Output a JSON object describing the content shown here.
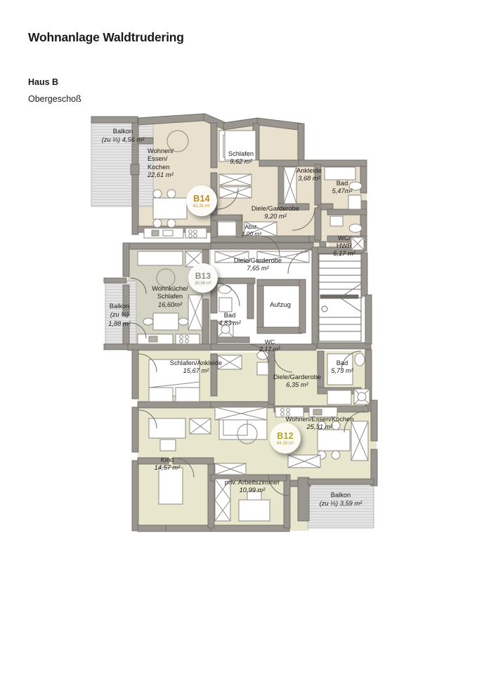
{
  "document": {
    "title": "Wohnanlage Waldtrudering",
    "building": "Haus B",
    "floor": "Obergeschoß"
  },
  "colors": {
    "unit_b14_fill": "#eae0ce",
    "unit_b13_fill": "#d5d3c4",
    "unit_b12_fill": "#e8e7cd",
    "balcony_fill": "#e3e3e3",
    "wall": "#9a968f",
    "wall_dark": "#6f6c66",
    "badge_b14": "#c9a227",
    "badge_b13": "#8a8a7a",
    "badge_b12": "#b8a82a",
    "furniture_line": "#8d8a82",
    "core_white": "#ffffff"
  },
  "units": [
    {
      "id": "B14",
      "area": "61,31 m²",
      "color": "#b68b2e"
    },
    {
      "id": "B13",
      "area": "30,96 m²",
      "color": "#8f8f80"
    },
    {
      "id": "B12",
      "area": "84,38 m²",
      "color": "#b0a42c"
    }
  ],
  "rooms": [
    {
      "key": "wohnen_essen_kochen_b14",
      "name": "Wohnen/\nEssen/\nKochen",
      "name_lines": [
        "Wohnen/",
        "Essen/",
        "Kochen"
      ],
      "area": "22,61 m²",
      "unit": "B14"
    },
    {
      "key": "schlafen_b14",
      "name": "Schlafen",
      "area": "9,62 m²",
      "unit": "B14"
    },
    {
      "key": "ankleide_b14",
      "name": "Ankleide",
      "area": "3,68 m²",
      "unit": "B14"
    },
    {
      "key": "bad_b14",
      "name": "Bad",
      "area": "5,47m²",
      "unit": "B14"
    },
    {
      "key": "diele_garderobe_b14",
      "name": "Diele/Garderobe",
      "area": "9,20 m²",
      "unit": "B14"
    },
    {
      "key": "abst_b14",
      "name": "Abst.",
      "area": "1,00 m²",
      "unit": "B14"
    },
    {
      "key": "wc_hwr",
      "name": "WC/\nHWR",
      "name_lines": [
        "WC/",
        "HWR"
      ],
      "area": "5,17 m²",
      "unit": "B14"
    },
    {
      "key": "diele_garderobe_b13",
      "name": "Diele/Garderobe",
      "area": "7,65 m²",
      "unit": "B13"
    },
    {
      "key": "wohnkueche_schlafen_b13",
      "name": "Wohnküche/\nSchlafen",
      "name_lines": [
        "Wohnküche/",
        "Schlafen"
      ],
      "area": "16,60m²",
      "unit": "B13"
    },
    {
      "key": "bad_b13",
      "name": "Bad",
      "area": "4,83 m²",
      "unit": "B13"
    },
    {
      "key": "aufzug",
      "name": "Aufzug",
      "area": "",
      "unit": "core"
    },
    {
      "key": "wc_b12",
      "name": "WC",
      "area": "2,17 m²",
      "unit": "B12"
    },
    {
      "key": "schlafen_ankleide_b12",
      "name": "Schlafen/Ankleide",
      "area": "15,67 m²",
      "unit": "B12"
    },
    {
      "key": "diele_garderobe_b12",
      "name": "Diele/Garderobe",
      "area": "6,35 m²",
      "unit": "B12"
    },
    {
      "key": "bad_b12",
      "name": "Bad",
      "area": "5,73 m²",
      "unit": "B12"
    },
    {
      "key": "wohnen_essen_kochen_b12",
      "name": "Wohnen/Essen/Kochen",
      "area": "25,31 m²",
      "unit": "B12"
    },
    {
      "key": "kind_b12",
      "name": "Kind",
      "area": "14,57 m²",
      "unit": "B12"
    },
    {
      "key": "arbeitszimmer_b12",
      "name": "priv. Arbeitszimmer",
      "area": "10,99 m²",
      "unit": "B12"
    }
  ],
  "balconies": [
    {
      "key": "balkon_b14",
      "name": "Balkon",
      "area": "(zu ⅓) 4,56 m²"
    },
    {
      "key": "balkon_b13",
      "name": "Balkon",
      "area_lines": [
        "(zu ⅓)",
        "1,88 m²"
      ],
      "area": "(zu ⅓) 1,88 m²"
    },
    {
      "key": "balkon_b12",
      "name": "Balkon",
      "area": "(zu ⅓) 3,59 m²"
    }
  ]
}
